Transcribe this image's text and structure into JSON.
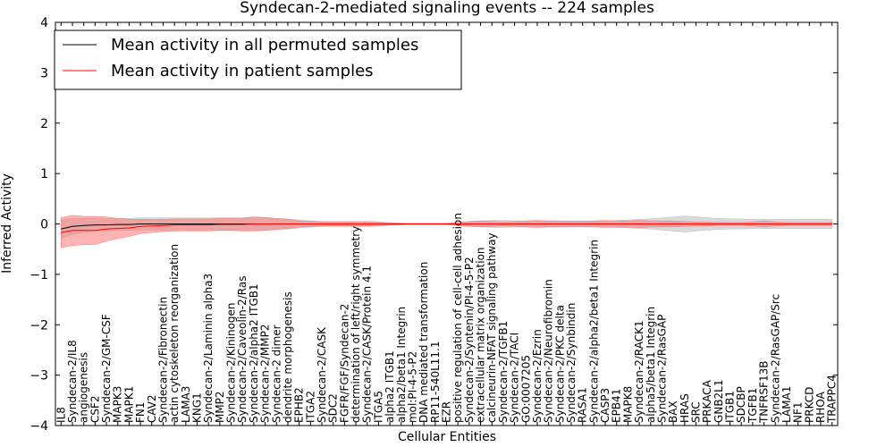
{
  "chart_data": {
    "type": "line",
    "title": "Syndecan-2-mediated signaling events -- 224 samples",
    "xlabel": "Cellular Entities",
    "ylabel": "Inferred Activity",
    "ylim": [
      -4,
      4
    ],
    "yticks": [
      "−4",
      "−3",
      "−2",
      "−1",
      "0",
      "1",
      "2",
      "3",
      "4"
    ],
    "grid": false,
    "legend_position": "top-left",
    "categories": [
      "IL8",
      "Syndecan-2/IL8",
      "angiogenesis",
      "CSF2",
      "Syndecan-2/GM-CSF",
      "MAPK3",
      "MAPK1",
      "FN1",
      "CAV2",
      "Syndecan-2/Fibronectin",
      "actin cytoskeleton reorganization",
      "LAMA3",
      "KNG1",
      "Syndecan-2/Laminin alpha3",
      "MMP2",
      "Syndecan-2/Kininogen",
      "Syndecan-2/Caveolin-2/Ras",
      "Syndecan-2/alpha2 ITGB1",
      "Syndecan-2/MMP2",
      "Syndecan-2 dimer",
      "dendrite morphogenesis",
      "EPHB2",
      "ITGA2",
      "Syndecan-2/CASK",
      "SDC2",
      "FGFR/FGF/Syndecan-2",
      "determination of left/right symmetry",
      "Syndecan-2/CASK/Protein 4.1",
      "ITGA5",
      "alpha2 ITGB1",
      "alpha2/beta1 Integrin",
      "mol:PI-4-5-P2",
      "DNA mediated transformation",
      "RP11-540L11.1",
      "EZR",
      "positive regulation of cell-cell adhesion",
      "Syndecan-2/Syntenin/PI-4-5-P2",
      "extracellular matrix organization",
      "calcineurin-NFAT signaling pathway",
      "Syndecan-2/TGFB1",
      "Syndecan-2/TACI",
      "GO:0007205",
      "Syndecan-2/Ezrin",
      "Syndecan-2/Neurofibromin",
      "Syndecan-2/PKC delta",
      "Syndecan-2/Synbindin",
      "RASA1",
      "Syndecan-2/alpha2/beta1 Integrin",
      "CASP3",
      "EPB41",
      "MAPK8",
      "Syndecan-2/RACK1",
      "alpha5/beta1 Integrin",
      "Syndecan-2/RasGAP",
      "BAX",
      "HRAS",
      "SRC",
      "PRKACA",
      "GNB2L1",
      "ITGB1",
      "SDCBP",
      "TGFB1",
      "TNFRSF13B",
      "Syndecan-2/RasGAP/Src",
      "LAMA1",
      "NF1",
      "PRKCD",
      "RHOA",
      "TRAPPC4"
    ],
    "series": [
      {
        "name": "Mean activity in all permuted samples",
        "color": "#000000",
        "band_color": "#bbbbbb",
        "values": [
          -0.1,
          -0.05,
          -0.03,
          -0.02,
          -0.02,
          -0.01,
          -0.01,
          0,
          0,
          0,
          0,
          0,
          0,
          0,
          0,
          0,
          0,
          0,
          0,
          0,
          0,
          0,
          0,
          0,
          0,
          0,
          0,
          0,
          0,
          0,
          0,
          0,
          0,
          0,
          0,
          0,
          0,
          0,
          0,
          0,
          0,
          0,
          0,
          0,
          0,
          0,
          0,
          0,
          0,
          0,
          0,
          0,
          0,
          0,
          0,
          0,
          0,
          0,
          0,
          0,
          0,
          0,
          0,
          0,
          0,
          0,
          0,
          0,
          0
        ],
        "band": [
          0.18,
          0.16,
          0.14,
          0.13,
          0.12,
          0.12,
          0.12,
          0.12,
          0.12,
          0.12,
          0.12,
          0.12,
          0.12,
          0.12,
          0.12,
          0.12,
          0.12,
          0.12,
          0.12,
          0.11,
          0.1,
          0.08,
          0.06,
          0.05,
          0.05,
          0.05,
          0.05,
          0.05,
          0.04,
          0.03,
          0.02,
          0.01,
          0.01,
          0.01,
          0.01,
          0.03,
          0.05,
          0.06,
          0.07,
          0.07,
          0.06,
          0.06,
          0.06,
          0.06,
          0.06,
          0.06,
          0.06,
          0.06,
          0.06,
          0.07,
          0.08,
          0.09,
          0.1,
          0.12,
          0.14,
          0.16,
          0.14,
          0.12,
          0.11,
          0.1,
          0.1,
          0.09,
          0.09,
          0.09,
          0.09,
          0.09,
          0.09,
          0.09,
          0.09
        ]
      },
      {
        "name": "Mean activity in patient samples",
        "color": "#ff0000",
        "band_color": "#ff7777",
        "values": [
          -0.17,
          -0.13,
          -0.13,
          -0.13,
          -0.1,
          -0.09,
          -0.08,
          -0.05,
          -0.04,
          -0.03,
          -0.02,
          -0.02,
          -0.02,
          -0.02,
          -0.01,
          -0.01,
          -0.01,
          0,
          0,
          0,
          0,
          0,
          0,
          0,
          0,
          0,
          0,
          0,
          0,
          0,
          0,
          0,
          0,
          0,
          0,
          0,
          0,
          0,
          0,
          0,
          0,
          0,
          0,
          0,
          0,
          0,
          0,
          0,
          0,
          0,
          0,
          0,
          0,
          0,
          0,
          0,
          0,
          0,
          0,
          0,
          0,
          0,
          0,
          0,
          0,
          0,
          0,
          0,
          0
        ],
        "band": [
          0.3,
          0.3,
          0.28,
          0.28,
          0.24,
          0.2,
          0.17,
          0.14,
          0.13,
          0.12,
          0.12,
          0.12,
          0.12,
          0.12,
          0.12,
          0.12,
          0.13,
          0.14,
          0.13,
          0.11,
          0.09,
          0.06,
          0.05,
          0.04,
          0.04,
          0.04,
          0.04,
          0.04,
          0.03,
          0.02,
          0.01,
          0.01,
          0.01,
          0.01,
          0.01,
          0.03,
          0.05,
          0.06,
          0.05,
          0.04,
          0.05,
          0.06,
          0.07,
          0.06,
          0.06,
          0.05,
          0.05,
          0.06,
          0.07,
          0.06,
          0.06,
          0.07,
          0.06,
          0.06,
          0.06,
          0.05,
          0.04,
          0.04,
          0.03,
          0.03,
          0.03,
          0.04,
          0.06,
          0.04,
          0.03,
          0.03,
          0.03,
          0.03,
          0.03
        ]
      }
    ]
  }
}
